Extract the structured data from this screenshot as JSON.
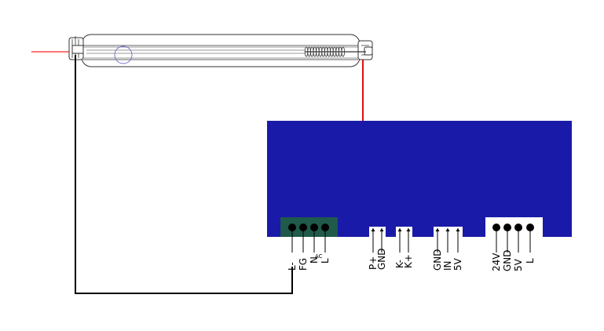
{
  "colors": {
    "psu_body": "#1a1aa8",
    "ac_block": "#1f5a4a",
    "high_voltage_wire": "#e01010",
    "laser_beam": "#ff2020",
    "ground_wire": "#000000",
    "tube_stroke": "#333333"
  },
  "ac_terminal": {
    "labels": [
      "L-",
      "FG",
      "N",
      "L"
    ],
    "group_label": "AC"
  },
  "connectors": [
    {
      "id": "p-gnd",
      "labels": [
        "P+",
        "GND"
      ]
    },
    {
      "id": "k",
      "labels": [
        "K-",
        "K+"
      ]
    },
    {
      "id": "gnd-in-5v",
      "labels": [
        "GND",
        "IN",
        "5V"
      ]
    },
    {
      "id": "dc-out",
      "labels": [
        "24V",
        "GND",
        "5V",
        "L"
      ]
    }
  ]
}
